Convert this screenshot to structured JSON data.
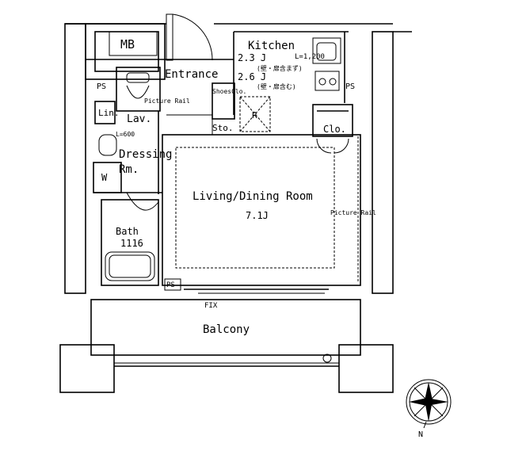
{
  "labels": {
    "mb": "MB",
    "entrance": "Entrance",
    "kitchen": "Kitchen",
    "kitchen_area_1": "2.3 J",
    "kitchen_area_1_note": "(壁・扉含まず)",
    "kitchen_area_2": "2.6 J",
    "kitchen_area_2_note": "(壁・扉含む)",
    "kitchen_length": "L=1,200",
    "ps_left": "PS",
    "ps_right": "PS",
    "ps_bottom": "PS",
    "lin": "Lin.",
    "lav": "Lav.",
    "lav_length": "L=600",
    "picture_rail_top": "Picture Rail",
    "picture_rail_right": "Picture Rail",
    "shoes_clo": "ShoesClo.",
    "sto": "Sto.",
    "refrigerator": "R",
    "clo": "Clo.",
    "dressing": "Dressing",
    "rm": "Rm.",
    "washer": "W",
    "living": "Living/Dining Room",
    "living_area": "7.1J",
    "bath": "Bath",
    "bath_size": "1116",
    "fix": "FIX",
    "balcony": "Balcony",
    "compass_n": "N"
  }
}
